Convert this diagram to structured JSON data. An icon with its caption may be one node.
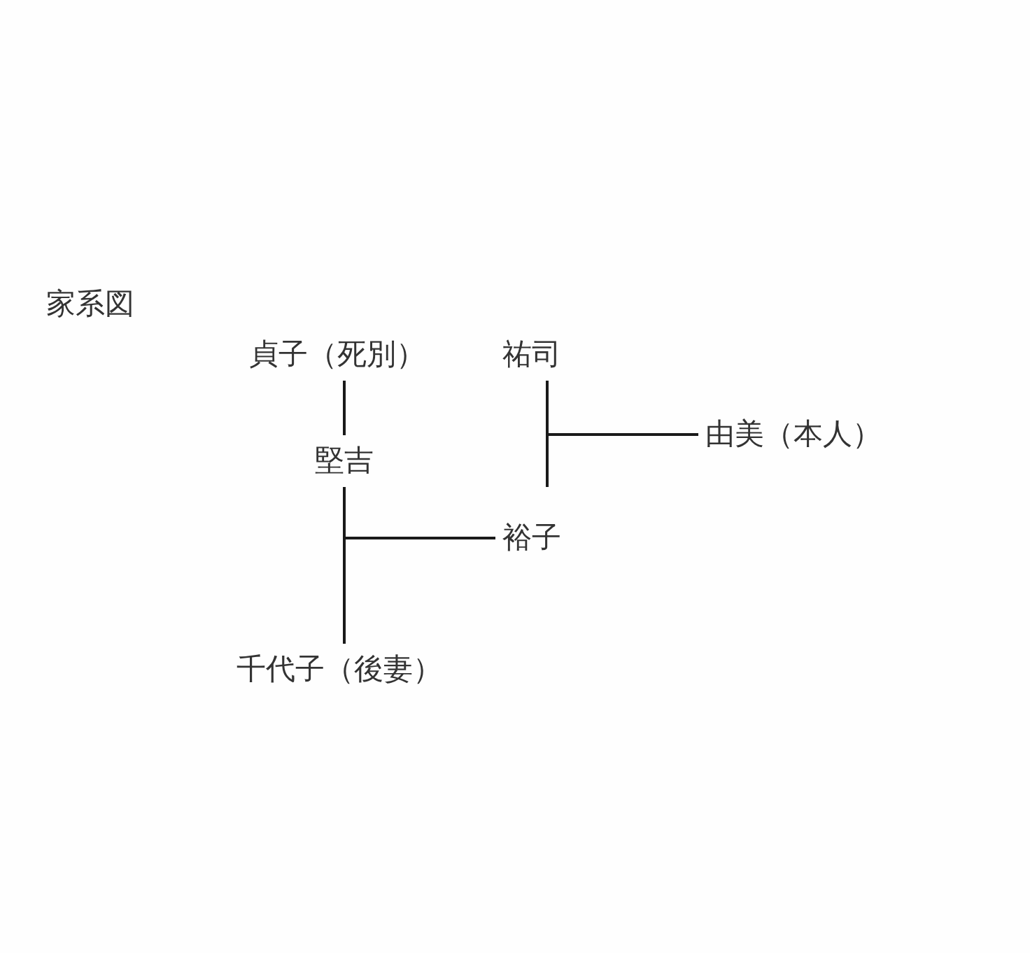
{
  "diagram": {
    "title": "家系図",
    "nodes": [
      {
        "text": [
          "貞子（死別）"
        ]
      },
      {
        "text": [
          "祐司"
        ]
      },
      {
        "text": [
          "堅吉"
        ]
      },
      {
        "text": [
          "由美（本人）"
        ]
      },
      {
        "text": [
          "裕子"
        ]
      },
      {
        "text": [
          "千代子（後妻）"
        ]
      }
    ],
    "edges": [
      {
        "from": 0,
        "to": 2,
        "arrow": "none"
      },
      {
        "from": 2,
        "to": 5,
        "arrow": "none"
      },
      {
        "from": 2,
        "to": 4,
        "arrow": "none"
      },
      {
        "from": 5,
        "to": 4,
        "arrow": "none"
      },
      {
        "from": 1,
        "to": 4,
        "arrow": "none"
      },
      {
        "from": 1,
        "to": 3,
        "arrow": "none"
      },
      {
        "from": 4,
        "to": 3,
        "arrow": "none"
      }
    ]
  }
}
